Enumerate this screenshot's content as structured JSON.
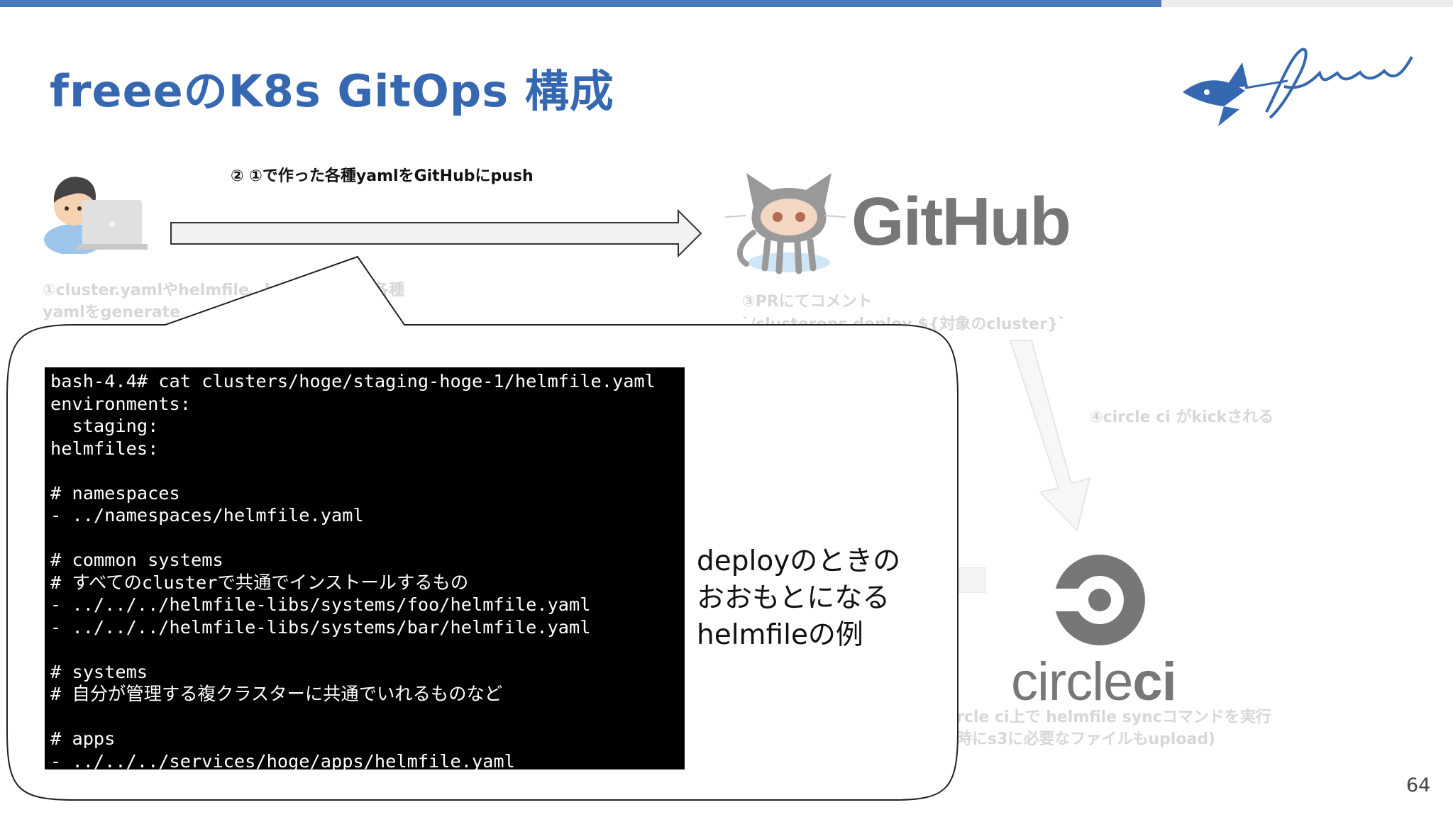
{
  "slide": {
    "title": "freeeのK8s GitOps 構成",
    "page_number": "64"
  },
  "steps": {
    "step2": "② ①で作った各種yamlをGitHubにpush",
    "step1_line1": "①cluster.yamlやhelmfile、hel",
    "step1_line1_tail": "各種",
    "step1_line2": "yamlをgenerate",
    "step3_line1": "③PRにてコメント",
    "step3_line2": "`/clusterops deploy ${対象のcluster}`",
    "step4": "④circle ci がkickされる",
    "step5_line1": "rcle ci上で helmfile syncコマンドを実行",
    "step5_line2": "時にs3に必要なファイルもupload)"
  },
  "logos": {
    "github_text": "GitHub",
    "circleci_text_light": "circle",
    "circleci_text_bold": "ci",
    "freee_text": "freee"
  },
  "terminal": {
    "lines": [
      "bash-4.4# cat clusters/hoge/staging-hoge-1/helmfile.yaml",
      "environments:",
      "  staging:",
      "helmfiles:",
      "",
      "# namespaces",
      "- ../namespaces/helmfile.yaml",
      "",
      "# common systems",
      "# すべてのclusterで共通でインストールするもの",
      "- ../../../helmfile-libs/systems/foo/helmfile.yaml",
      "- ../../../helmfile-libs/systems/bar/helmfile.yaml",
      "",
      "# systems",
      "# 自分が管理する複クラスターに共通でいれるものなど",
      "",
      "# apps",
      "- ../../../services/hoge/apps/helmfile.yaml"
    ]
  },
  "callout": {
    "line1": "deployのときの",
    "line2": "おおもとになる",
    "line3": "helmfileの例"
  },
  "colors": {
    "accent": "#3568b0",
    "topbar": "#4a78b8",
    "terminal_bg": "#000000",
    "faded_text": "#d7d7d7"
  }
}
